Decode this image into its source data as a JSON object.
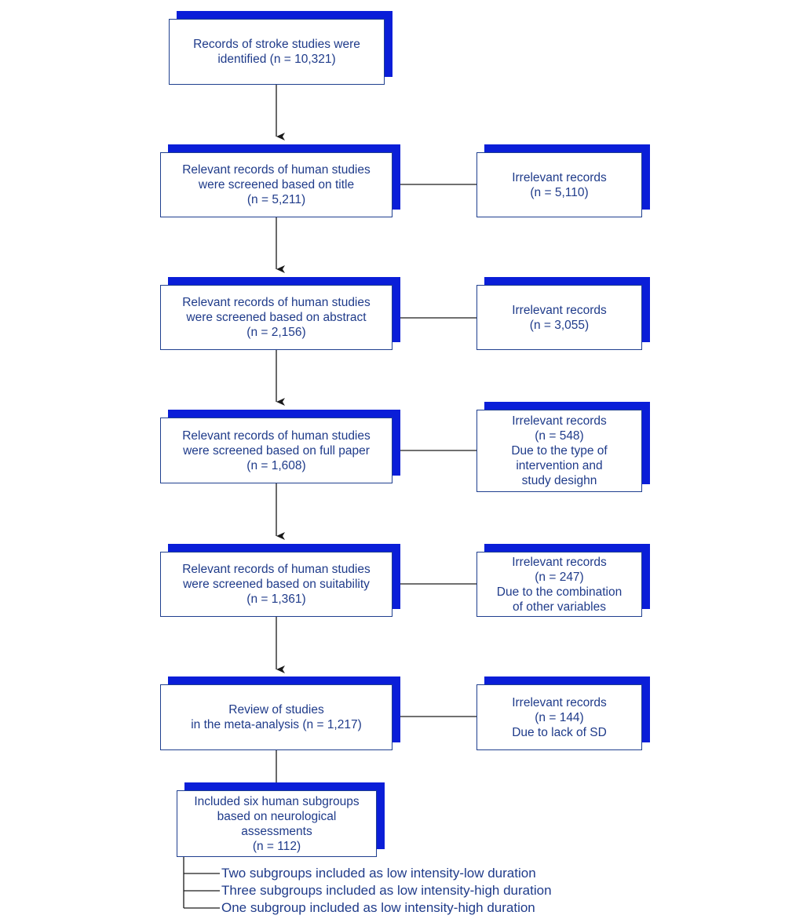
{
  "colors": {
    "box_border": "#1f3f8f",
    "box_shadow": "#0a1ed8",
    "text": "#1f3b8a",
    "line": "#1a1a1a"
  },
  "main_boxes": [
    {
      "lines": [
        "Records of stroke studies were",
        "identified (n = 10,321)"
      ]
    },
    {
      "lines": [
        "Relevant records of human studies",
        "were screened based on title",
        "(n = 5,211)"
      ]
    },
    {
      "lines": [
        "Relevant records of human studies",
        "were screened based on abstract",
        "(n = 2,156)"
      ]
    },
    {
      "lines": [
        "Relevant records of human studies",
        "were screened based on full paper",
        "(n = 1,608)"
      ]
    },
    {
      "lines": [
        "Relevant records of human studies",
        "were screened based on suitability",
        "(n = 1,361)"
      ]
    },
    {
      "lines": [
        "Review of studies",
        "in the meta-analysis (n = 1,217)"
      ]
    },
    {
      "lines": [
        "Included six human subgroups",
        "based on neurological",
        "assessments",
        "(n = 112)"
      ]
    }
  ],
  "side_boxes": [
    {
      "lines": [
        "Irrelevant records",
        "(n = 5,110)"
      ]
    },
    {
      "lines": [
        "Irrelevant records",
        "(n = 3,055)"
      ]
    },
    {
      "lines": [
        "Irrelevant records",
        "(n = 548)",
        "Due to the type of",
        "intervention and",
        "study desighn"
      ]
    },
    {
      "lines": [
        "Irrelevant records",
        "(n = 247)",
        "Due to the combination",
        "of other variables"
      ]
    },
    {
      "lines": [
        "Irrelevant records",
        "(n = 144)",
        "Due to lack of SD"
      ]
    }
  ],
  "subgroups": [
    "Two subgroups included as low intensity-low duration",
    "Three subgroups included as low intensity-high duration",
    "One subgroup included as low intensity-high duration"
  ]
}
